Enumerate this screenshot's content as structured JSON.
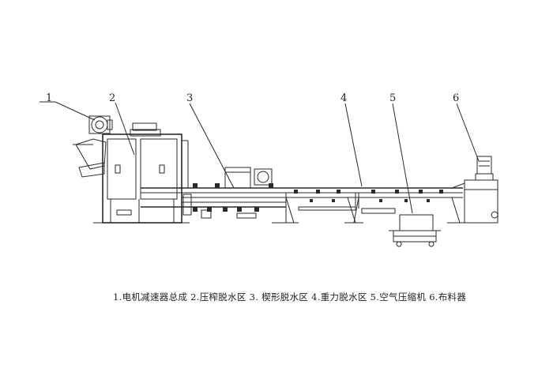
{
  "callouts": [
    "1",
    "2",
    "3",
    "4",
    "5",
    "6"
  ],
  "legend": "1.电机减速器总成   2.压榨脱水区   3. 楔形脱水区  4.重力脱水区  5.空气压缩机   6.布料器"
}
